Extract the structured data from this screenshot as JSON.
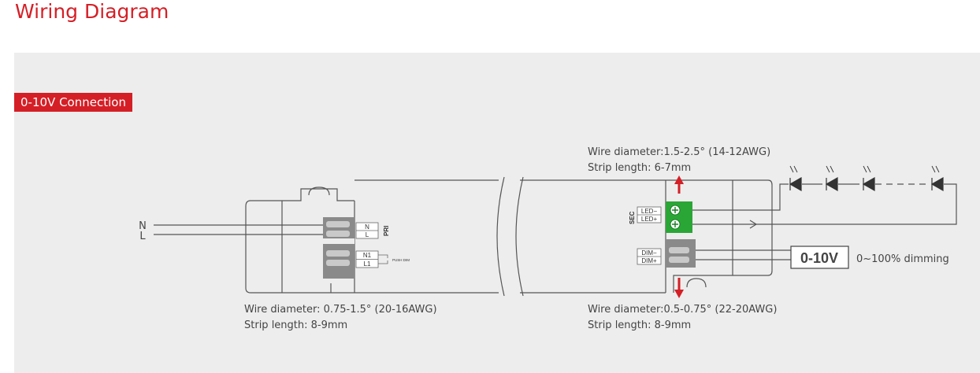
{
  "title": "Wiring Diagram",
  "badge": "0-10V Connection",
  "mains": {
    "n": "N",
    "l": "L"
  },
  "input_terminal": {
    "pri": "PRI",
    "n": "N",
    "l": "L",
    "n1": "N1",
    "l1": "L1",
    "push_dim": "PUSH DIM"
  },
  "output_terminal": {
    "sec": "SEC",
    "led_minus": "LED−",
    "led_plus": "LED+",
    "dim_minus": "DIM−",
    "dim_plus": "DIM+"
  },
  "specs": {
    "input": {
      "wire": "Wire diameter: 0.75-1.5° (20-16AWG)",
      "strip": "Strip length: 8-9mm"
    },
    "output_top": {
      "wire": "Wire diameter:1.5-2.5° (14-12AWG)",
      "strip": "Strip length: 6-7mm"
    },
    "output_bottom": {
      "wire": "Wire diameter:0.5-0.75° (22-20AWG)",
      "strip": "Strip length: 8-9mm"
    }
  },
  "dimmer": {
    "label": "0-10V",
    "description": "0~100% dimming"
  },
  "colors": {
    "accent": "#d51f26",
    "terminal_green": "#2aa636",
    "line": "#555555"
  },
  "icons": [
    "led-diode-icon",
    "red-arrow-icon",
    "screw-terminal-icon"
  ]
}
